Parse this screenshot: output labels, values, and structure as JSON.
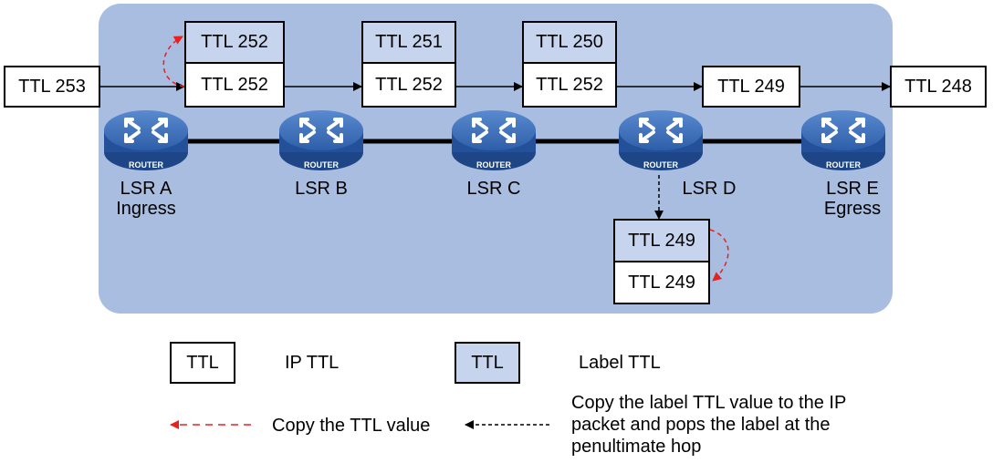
{
  "colors": {
    "panel": "#a9bde0",
    "label_box": "#c6d4ee",
    "ip_box": "#ffffff",
    "router_body": "#2d5fa8",
    "copy_arrow": "#e8201e"
  },
  "packets": {
    "in_ttl": "TTL 253",
    "a_label": "TTL 252",
    "a_ip": "TTL 252",
    "b_label": "TTL 251",
    "b_ip": "TTL 252",
    "c_label": "TTL 250",
    "c_ip": "TTL 252",
    "d_ip": "TTL 249",
    "out_ttl": "TTL 248",
    "php_label": "TTL 249",
    "php_ip": "TTL 249"
  },
  "routers": [
    {
      "icon": "router-icon",
      "badge": "ROUTER",
      "name": "LSR A",
      "role": "Ingress"
    },
    {
      "icon": "router-icon",
      "badge": "ROUTER",
      "name": "LSR B",
      "role": ""
    },
    {
      "icon": "router-icon",
      "badge": "ROUTER",
      "name": "LSR C",
      "role": ""
    },
    {
      "icon": "router-icon",
      "badge": "ROUTER",
      "name": "LSR D",
      "role": ""
    },
    {
      "icon": "router-icon",
      "badge": "ROUTER",
      "name": "LSR E",
      "role": "Egress"
    }
  ],
  "legend": {
    "ip_box_text": "TTL",
    "ip_desc": "IP TTL",
    "label_box_text": "TTL",
    "label_desc": "Label TTL",
    "copy_desc": "Copy the TTL value",
    "php_desc_1": "Copy the label TTL value to the IP",
    "php_desc_2": "packet and pops the label at the",
    "php_desc_3": "penultimate hop"
  }
}
